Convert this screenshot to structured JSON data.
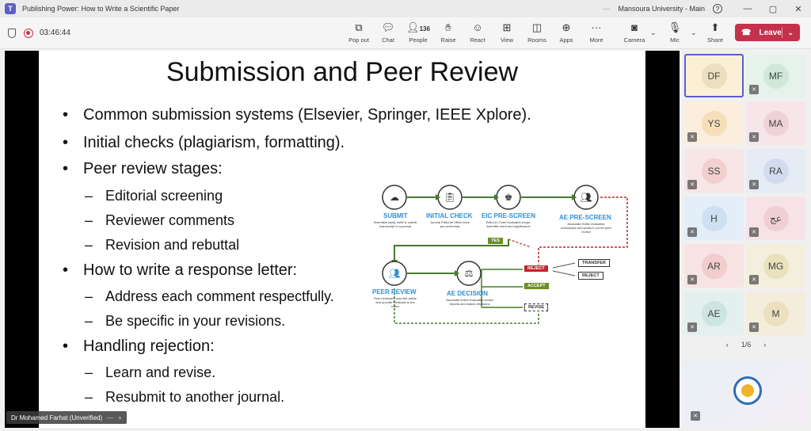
{
  "window": {
    "title": "Publishing Power: How to Write a Scientific Paper",
    "organization": "Mansoura University - Main",
    "more": "···"
  },
  "toolbar": {
    "timer": "03:46:44",
    "buttons": [
      {
        "label": "Pop out",
        "icon": "pop-out-icon"
      },
      {
        "label": "Chat",
        "icon": "chat-icon"
      },
      {
        "label": "People",
        "icon": "people-icon",
        "count": "136"
      },
      {
        "label": "Raise",
        "icon": "raise-hand-icon"
      },
      {
        "label": "React",
        "icon": "react-icon"
      },
      {
        "label": "View",
        "icon": "view-icon"
      },
      {
        "label": "Rooms",
        "icon": "rooms-icon"
      },
      {
        "label": "Apps",
        "icon": "apps-icon"
      },
      {
        "label": "More",
        "icon": "more-icon"
      },
      {
        "label": "Camera",
        "icon": "camera-off-icon"
      },
      {
        "label": "Mic",
        "icon": "mic-off-icon"
      },
      {
        "label": "Share",
        "icon": "share-icon"
      }
    ],
    "leave_label": "Leave",
    "leave_color": "#c4314b"
  },
  "slide": {
    "title": "Submission and Peer Review",
    "b1": "Common submission systems (Elsevier, Springer, IEEE Xplore).",
    "b2": "Initial checks (plagiarism, formatting).",
    "b3": "Peer review stages:",
    "s1": "Editorial screening",
    "s2": "Reviewer comments",
    "s3": "Revision and rebuttal",
    "b4": "How to write a response letter:",
    "s4": "Address each comment respectfully.",
    "s5": "Be specific in your revisions.",
    "b5": "Handling rejection:",
    "s6": "Learn and revise.",
    "s7": "Resubmit to another journal.",
    "bullet": "•",
    "dash": "–"
  },
  "diagram": {
    "submit": "SUBMIT",
    "submit_desc": "Scientists study, write & submit manuscript to a journal",
    "initial": "INITIAL CHECK",
    "initial_desc": "Journal Editorial Office does pre-screening",
    "eic": "EIC PRE-SCREEN",
    "eic_desc": "Editor-in-Chief evaluates scope, scientific merit and significance",
    "ae_pre": "AE PRE-SCREEN",
    "ae_pre_desc": "Associate Editor evaluates manuscript and sends it out for peer review",
    "peer": "PEER REVIEW",
    "peer_desc": "Peer reviewers read the article and provide feedback to the editor",
    "ae_dec": "AE DECISION",
    "ae_dec_desc": "Associate Editor evaluates review reports and makes decisions",
    "yes": "YES",
    "reject": "REJECT",
    "accept": "ACCEPT",
    "revise": "REVISE",
    "transfer": "TRANSFER",
    "reject2": "REJECT"
  },
  "presenter": {
    "name": "Dr Mohamed Farhat (Unverified)",
    "minimize": "—",
    "pin": "+"
  },
  "gallery": {
    "participants": [
      {
        "initials": "DF",
        "bg": "#fbf0d6",
        "avatar": "#ecdfc0",
        "muted": false,
        "active": true
      },
      {
        "initials": "MF",
        "bg": "#e6f2ec",
        "avatar": "#cfe8d9",
        "muted": true,
        "active": false
      },
      {
        "initials": "YS",
        "bg": "#fbeedd",
        "avatar": "#f5dfb9",
        "muted": true,
        "active": false
      },
      {
        "initials": "MA",
        "bg": "#f6e6ea",
        "avatar": "#efd2d9",
        "muted": true,
        "active": false
      },
      {
        "initials": "SS",
        "bg": "#f8e5e5",
        "avatar": "#f2d0d0",
        "muted": true,
        "active": false
      },
      {
        "initials": "RA",
        "bg": "#e6ecf5",
        "avatar": "#d3dcee",
        "muted": true,
        "active": false
      },
      {
        "initials": "H",
        "bg": "#e3eef8",
        "avatar": "#cddff0",
        "muted": true,
        "active": false
      },
      {
        "initials": "عج",
        "bg": "#f7e3e6",
        "avatar": "#f0cfd4",
        "muted": true,
        "active": false
      },
      {
        "initials": "AR",
        "bg": "#f8e3e3",
        "avatar": "#f2cdcd",
        "muted": true,
        "active": false
      },
      {
        "initials": "MG",
        "bg": "#f3efdc",
        "avatar": "#e9e2bd",
        "muted": true,
        "active": false
      },
      {
        "initials": "AE",
        "bg": "#e3f0ee",
        "avatar": "#cce5e1",
        "muted": true,
        "active": false
      },
      {
        "initials": "M",
        "bg": "#f5eddc",
        "avatar": "#ece0bf",
        "muted": true,
        "active": false
      }
    ],
    "page": "1/6",
    "prev": "‹",
    "next": "›"
  }
}
